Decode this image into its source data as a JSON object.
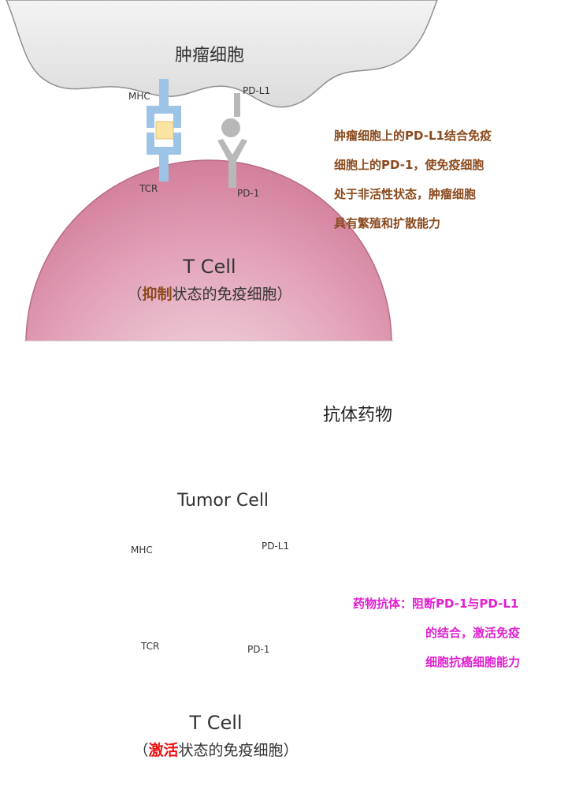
{
  "top_panel": {
    "tumor_label": "肿瘤细胞",
    "mhc_label": "MHC",
    "pdl1_label": "PD-L1",
    "tcr_label": "TCR",
    "pd1_label": "PD-1",
    "tcell_title": "T Cell",
    "tcell_sub_open": "（",
    "tcell_sub_state": "抑制",
    "tcell_sub_rest": "状态的免疫细胞）",
    "note_lines": [
      "肿瘤细胞上的PD-L1结合免疫",
      "细胞上的PD-1，使免疫细胞",
      "处于非活性状态，肿瘤细胞",
      "具有繁殖和扩散能力"
    ]
  },
  "middle": {
    "drug_label": "抗体药物"
  },
  "bottom_panel": {
    "tumor_label": "Tumor Cell",
    "mhc_label": "MHC",
    "pdl1_label": "PD-L1",
    "tcr_label": "TCR",
    "pd1_label": "PD-1",
    "tcell_title": "T Cell",
    "tcell_sub_open": "（",
    "tcell_sub_state": "激活",
    "tcell_sub_rest": "状态的免疫细胞）",
    "note_lines": [
      "药物抗体：阻断PD-1与PD-L1",
      "的结合，激活免疫",
      "细胞抗癌细胞能力"
    ]
  },
  "colors": {
    "tumor_fill": "#e6e6e6",
    "tcell_fill": "#d98aa5",
    "receptor_blue": "#9dc3e6",
    "antigen_yellow": "#fbe3a2",
    "pd_gray": "#b8b8b8",
    "top_note": "#8b4a1e",
    "top_arrow": "#8b2a2a",
    "bottom_note": "#e020d0",
    "inhibit_state": "#8b4a1e",
    "active_state": "#ee1111"
  }
}
